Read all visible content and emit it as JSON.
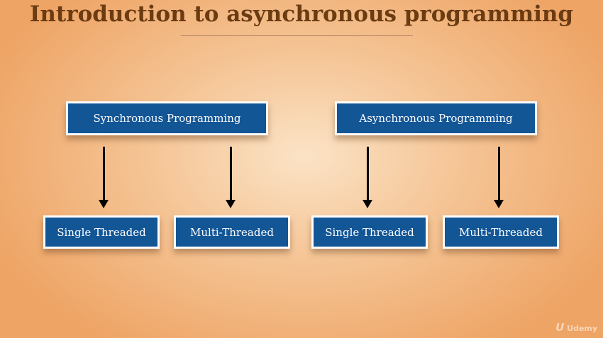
{
  "title": "Introduction to asynchronous programming",
  "groups": [
    {
      "label": "Synchronous Programming",
      "children": [
        "Single Threaded",
        "Multi-Threaded"
      ]
    },
    {
      "label": "Asynchronous Programming",
      "children": [
        "Single Threaded",
        "Multi-Threaded"
      ]
    }
  ],
  "watermark": "Udemy"
}
